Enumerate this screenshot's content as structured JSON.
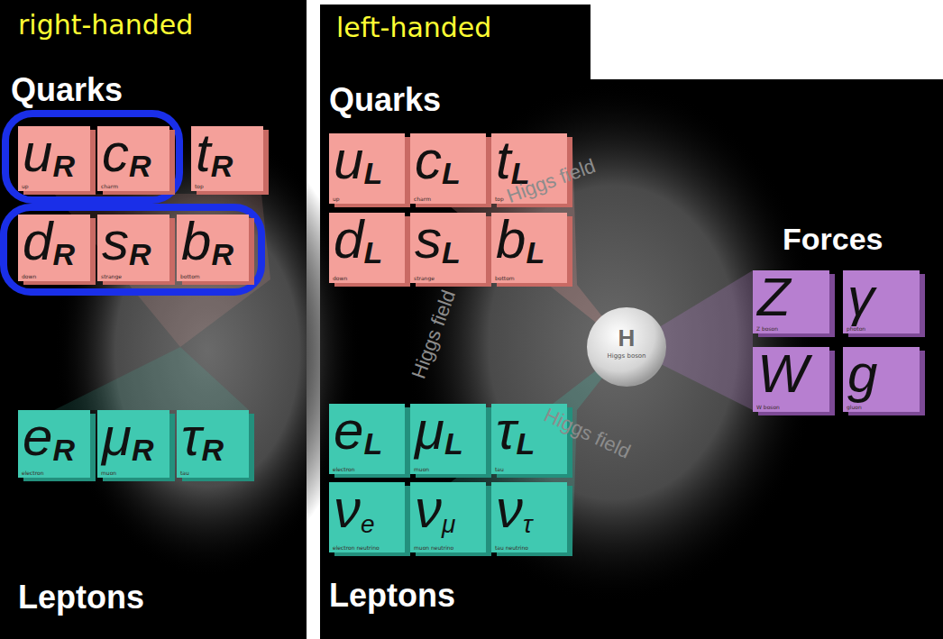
{
  "diagram": {
    "nodes": [
      {
        "text": [
          "right-handed",
          "Quarks",
          "Leptons"
        ]
      },
      {
        "text": [
          "u",
          "R",
          "up"
        ],
        "in": 0
      },
      {
        "text": [
          "c",
          "R",
          "charm"
        ],
        "in": 0
      },
      {
        "text": [
          "t",
          "R",
          "top"
        ],
        "in": 0
      },
      {
        "text": [
          "d",
          "R",
          "down"
        ],
        "in": 0
      },
      {
        "text": [
          "s",
          "R",
          "strange"
        ],
        "in": 0
      },
      {
        "text": [
          "b",
          "R",
          "bottom"
        ],
        "in": 0
      },
      {
        "text": [
          "e",
          "R",
          "electron"
        ],
        "in": 0
      },
      {
        "text": [
          "μ",
          "R",
          "muon"
        ],
        "in": 0
      },
      {
        "text": [
          "τ",
          "R",
          "tau"
        ],
        "in": 0
      },
      {
        "text": [
          "left-handed",
          "Quarks",
          "Leptons"
        ]
      },
      {
        "text": [
          "u",
          "L",
          "up"
        ],
        "in": 10
      },
      {
        "text": [
          "c",
          "L",
          "charm"
        ],
        "in": 10
      },
      {
        "text": [
          "t",
          "L",
          "top"
        ],
        "in": 10
      },
      {
        "text": [
          "d",
          "L",
          "down"
        ],
        "in": 10
      },
      {
        "text": [
          "s",
          "L",
          "strange"
        ],
        "in": 10
      },
      {
        "text": [
          "b",
          "L",
          "bottom"
        ],
        "in": 10
      },
      {
        "text": [
          "e",
          "L",
          "electron"
        ],
        "in": 10
      },
      {
        "text": [
          "μ",
          "L",
          "muon"
        ],
        "in": 10
      },
      {
        "text": [
          "τ",
          "L",
          "tau"
        ],
        "in": 10
      },
      {
        "text": [
          "ν",
          "e",
          "electron neutrino"
        ],
        "in": 10
      },
      {
        "text": [
          "ν",
          "μ",
          "muon neutrino"
        ],
        "in": 10
      },
      {
        "text": [
          "ν",
          "τ",
          "tau neutrino"
        ],
        "in": 10
      },
      {
        "text": [
          "H",
          "Higgs boson"
        ],
        "in": 10
      },
      {
        "text": [
          "Z",
          "Z boson"
        ],
        "in": 10
      },
      {
        "text": [
          "γ",
          "photon"
        ],
        "in": 10
      },
      {
        "text": [
          "W",
          "W boson"
        ],
        "in": 10
      },
      {
        "text": [
          "g",
          "gluon"
        ],
        "in": 10
      }
    ],
    "labels": [
      "Forces",
      "Higgs field",
      "Higgs field",
      "Higgs field"
    ]
  }
}
